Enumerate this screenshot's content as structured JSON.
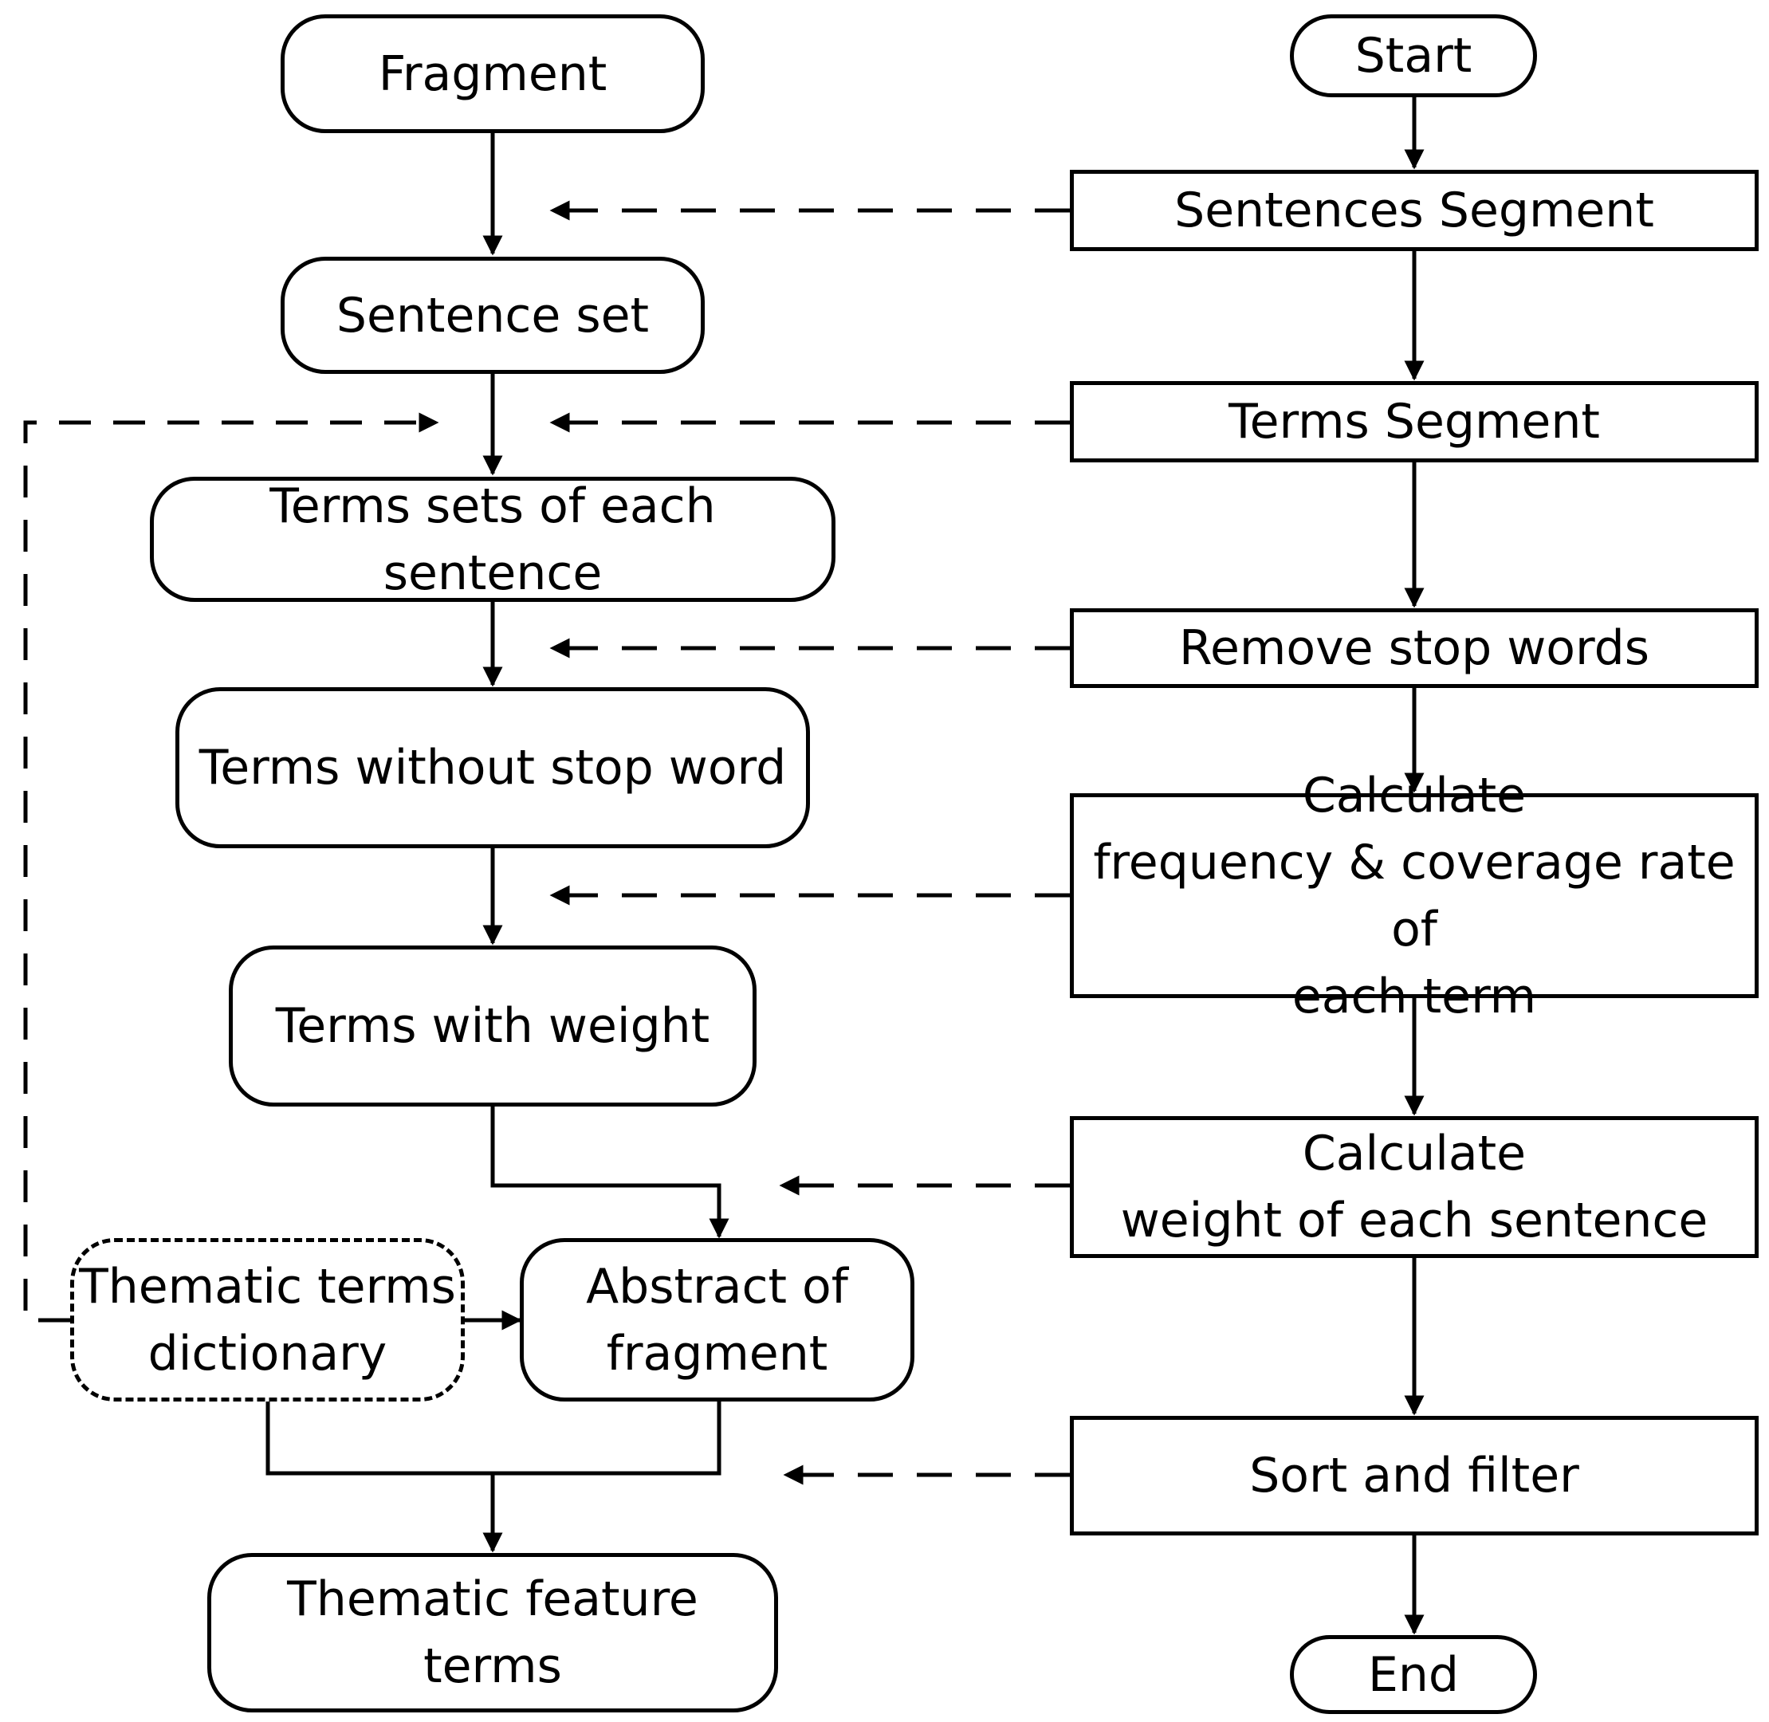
{
  "diagram": {
    "left_column": {
      "fragment": "Fragment",
      "sentence_set": "Sentence set",
      "terms_sets": "Terms sets of each sentence",
      "terms_without_stop": "Terms without stop word",
      "terms_with_weight": "Terms with weight",
      "thematic_dictionary": "Thematic terms\ndictionary",
      "abstract": "Abstract of\nfragment",
      "thematic_feature_terms": "Thematic feature terms"
    },
    "right_column": {
      "start": "Start",
      "sentences_segment": "Sentences Segment",
      "terms_segment": "Terms Segment",
      "remove_stop_words": "Remove stop words",
      "calc_frequency": "Calculate\nfrequency & coverage rate of\neach term",
      "calc_weight": "Calculate\nweight of each sentence",
      "sort_filter": "Sort and filter",
      "end": "End"
    }
  }
}
